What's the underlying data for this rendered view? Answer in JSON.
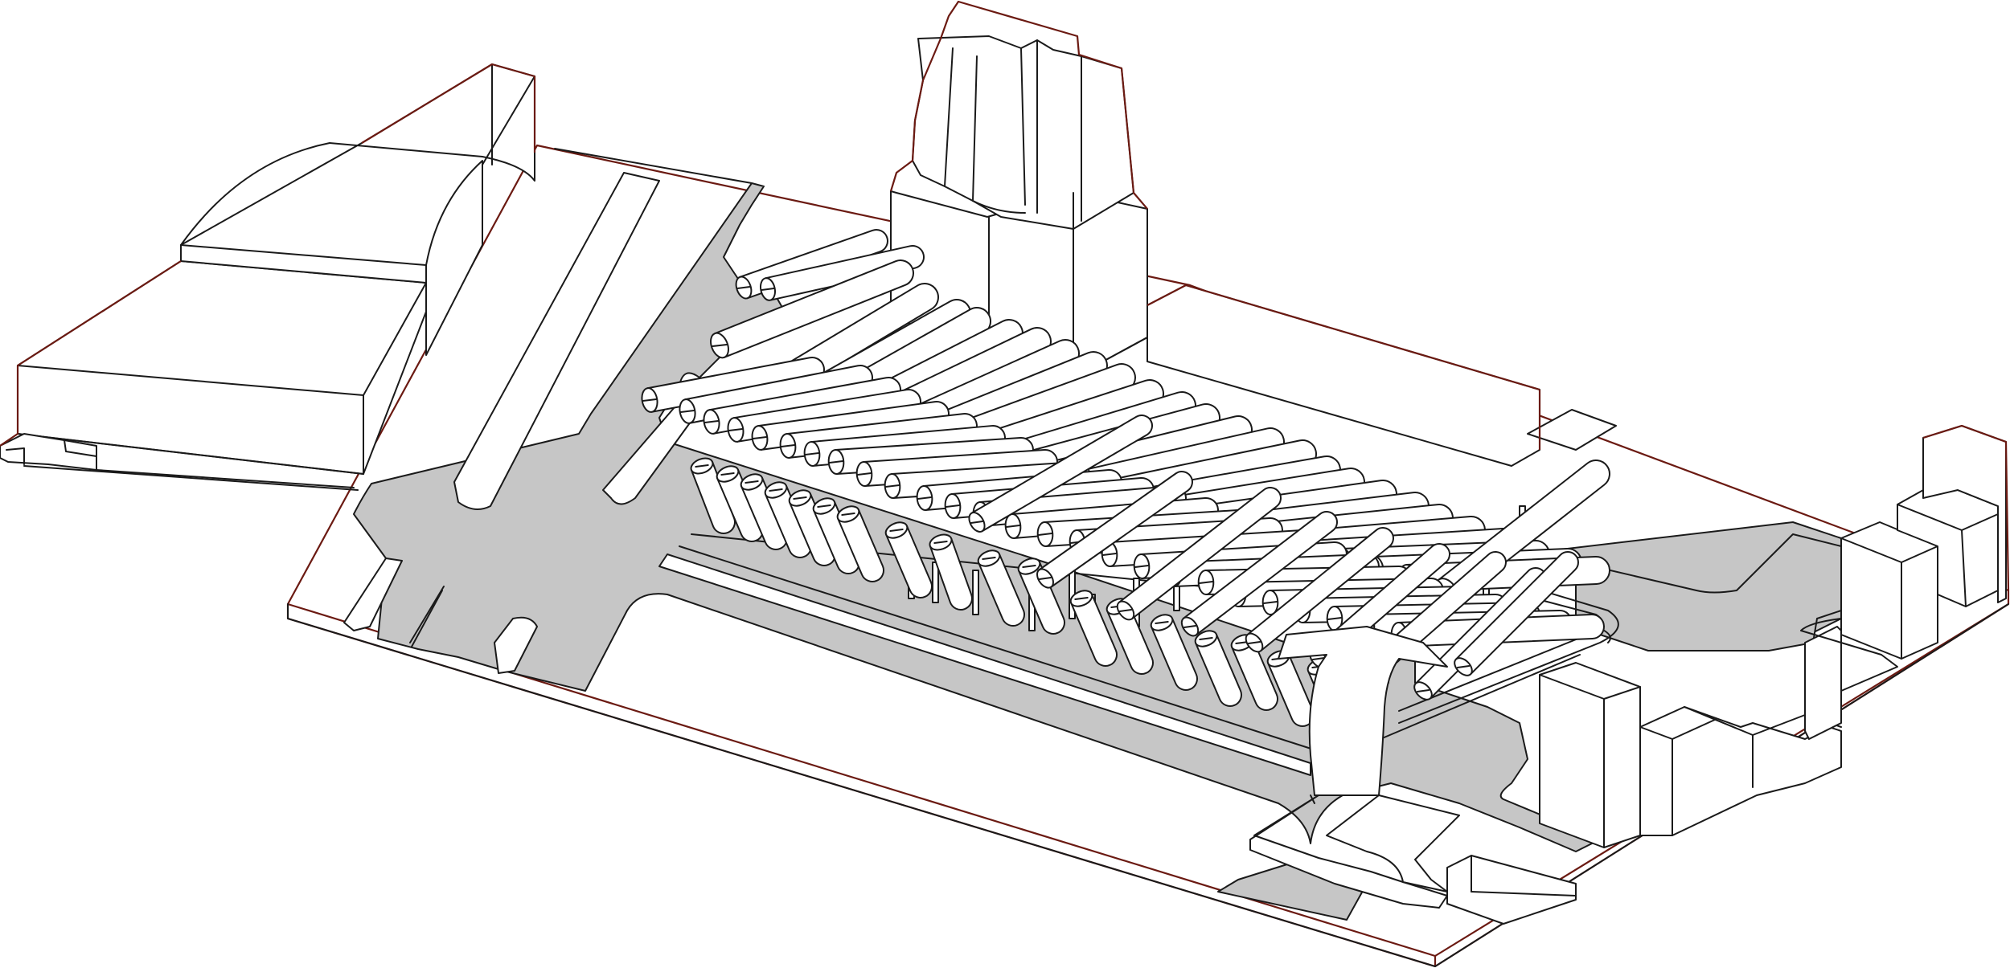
{
  "drawing": {
    "style": "isometric line drawing",
    "colors": {
      "line": "#1a1a1a",
      "edge": "#6b1a12",
      "paving": "#c6c6c6",
      "surface": "#ffffff"
    },
    "elements": [
      "site-base",
      "paved-roads",
      "large-building-west",
      "tower-building-north",
      "tube-canopy",
      "support-columns",
      "building-blocks-east",
      "pier-walkway-south"
    ]
  }
}
